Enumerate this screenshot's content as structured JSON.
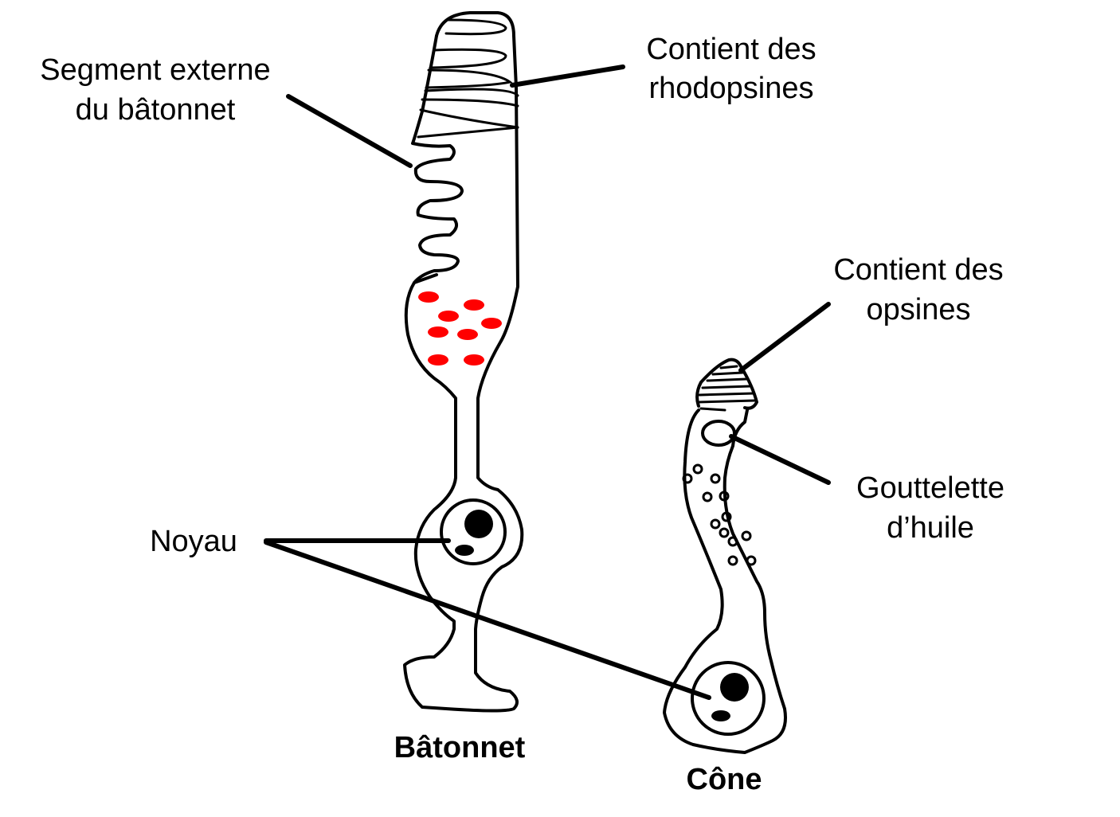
{
  "labels": {
    "outer_segment_line1": "Segment externe",
    "outer_segment_line2": "du bâtonnet",
    "rhodopsin_line1": "Contient des",
    "rhodopsin_line2": "rhodopsines",
    "opsin_line1": "Contient des",
    "opsin_line2": "opsines",
    "oil_droplet_line1": "Gouttelette",
    "oil_droplet_line2": "d’huile",
    "nucleus": "Noyau",
    "rod_title": "Bâtonnet",
    "cone_title": "Cône"
  },
  "colors": {
    "outline": "#000000",
    "mitochondria": "#ff0000",
    "background": "#ffffff"
  }
}
